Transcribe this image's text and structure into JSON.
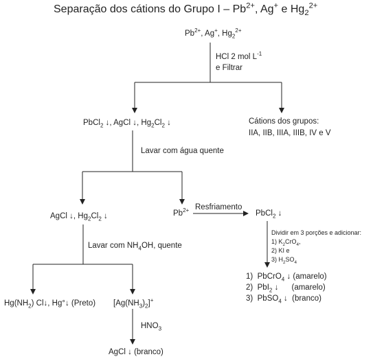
{
  "title": {
    "main": "Separação dos cátions do Grupo I – Pb",
    "pb_charge": "2+",
    "sep1": ", Ag",
    "ag_charge": "+",
    "sep2": " e Hg",
    "hg_sub": "2",
    "hg_charge": "2+"
  },
  "start": {
    "pb": "Pb",
    "pb_charge": "2+",
    "ag": ", Ag",
    "ag_charge": "+",
    "hg": ", Hg",
    "hg_sub": "2",
    "hg_charge": "2+"
  },
  "step_hcl": {
    "line1": "HCl  2 mol L",
    "line1_sup": "-1",
    "line2": "e Filtrar"
  },
  "precip1": {
    "a": "PbCl",
    "a_sub": "2",
    "b": " ↓, AgCl ↓, Hg",
    "b_sub": "2",
    "c": "Cl",
    "c_sub": "2",
    "d": " ↓"
  },
  "other_groups": {
    "line1": "Cátions dos grupos:",
    "line2": "IIA, IIB, IIIA, IIIB, IV e V"
  },
  "step_water": {
    "label": "Lavar com água quente"
  },
  "precip2": {
    "a": "AgCl ↓, Hg",
    "a_sub": "2",
    "b": "Cl",
    "b_sub": "2",
    "c": " ↓"
  },
  "pb_ion": {
    "base": "Pb",
    "charge": "2+"
  },
  "step_cool": {
    "label": "Resfriamento"
  },
  "pbcl2": {
    "base": "PbCl",
    "sub": "2",
    "tail": " ↓"
  },
  "split": {
    "line1": "Dividir em 3 porções e adicionar:",
    "r1": "1) K",
    "r1_sub1": "2",
    "r1_b": "CrO",
    "r1_sub2": "4",
    "r1_c": ",",
    "r2": "2) KI e",
    "r3": "3) H",
    "r3_sub1": "2",
    "r3_b": "SO",
    "r3_sub2": "4"
  },
  "results": [
    {
      "num": "1)",
      "base": "PbCrO",
      "sub": "4",
      "tail": " ↓ (amarelo)"
    },
    {
      "num": "2)",
      "base": "PbI",
      "sub": "2",
      "tail": " ↓      (amarelo)"
    },
    {
      "num": "3)",
      "base": "PbSO",
      "sub": "4",
      "tail": " ↓  (branco)"
    }
  ],
  "step_nh4oh": {
    "a": "Lavar com NH",
    "sub": "4",
    "b": "OH, quente"
  },
  "hg_products": {
    "a": "Hg(NH",
    "sub": "2",
    "b": ") Cl↓, Hg°↓ (Preto)"
  },
  "ag_complex": {
    "a": "[Ag(NH",
    "sub": "3",
    "b": ")",
    "sub2": "2",
    "c": "]",
    "sup": "+"
  },
  "step_hno3": {
    "a": "HNO",
    "sub": "3"
  },
  "final_agcl": {
    "label": "AgCl ↓  (branco)"
  }
}
